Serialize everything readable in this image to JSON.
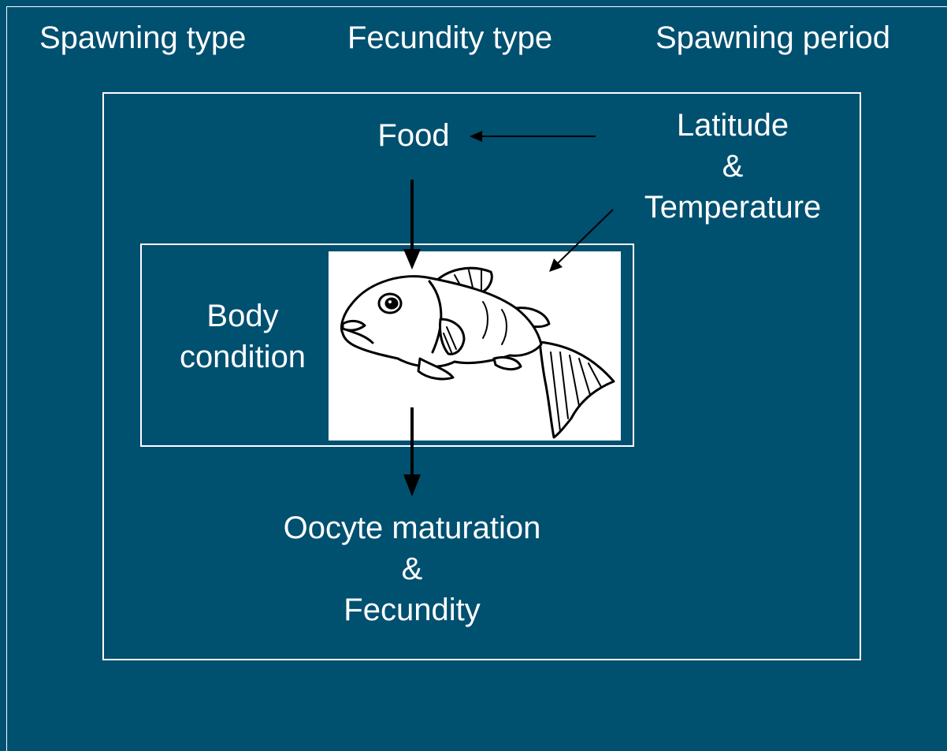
{
  "header": {
    "spawning_type": "Spawning type",
    "fecundity_type": "Fecundity type",
    "spawning_period": "Spawning period"
  },
  "nodes": {
    "food": "Food",
    "latitude_line1": "Latitude",
    "latitude_line2": "&",
    "latitude_line3": "Temperature",
    "body_line1": "Body",
    "body_line2": "condition",
    "oocyte_line1": "Oocyte maturation",
    "oocyte_line2": "&",
    "oocyte_line3": "Fecundity"
  },
  "colors": {
    "background": "#005070",
    "foreground": "#ffffff",
    "arrow": "#000000"
  },
  "illustration": {
    "icon": "fish-icon"
  }
}
